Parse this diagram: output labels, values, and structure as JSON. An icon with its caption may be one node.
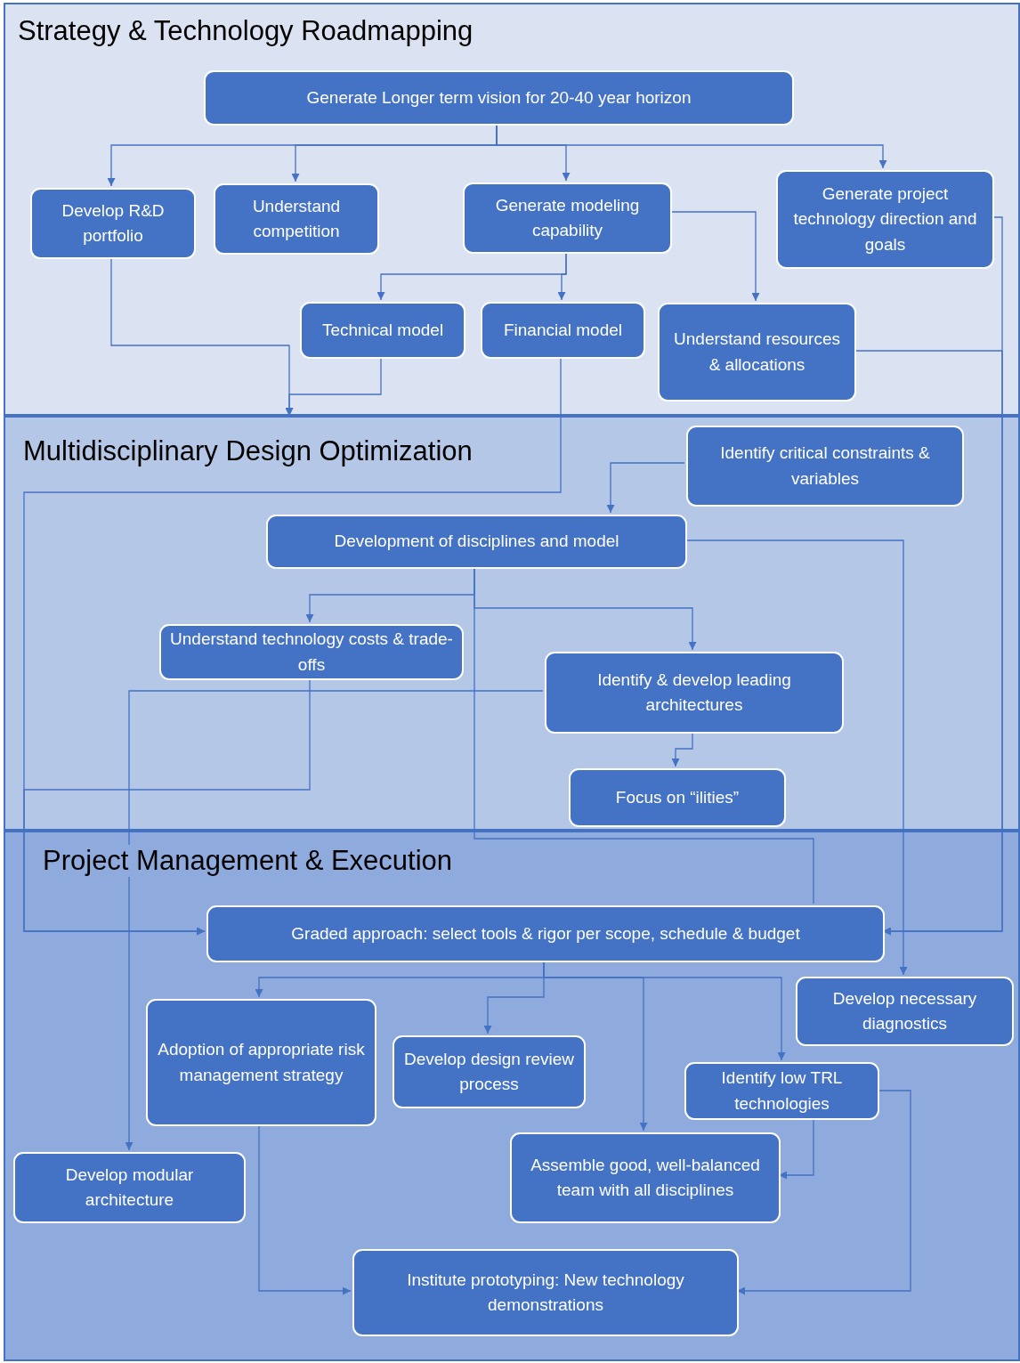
{
  "diagram": {
    "nodes": [
      {
        "text": [
          "Strategy & Technology Roadmapping"
        ]
      },
      {
        "text": [
          "Generate Longer term vision for 20-40 year horizon"
        ],
        "in": 0
      },
      {
        "text": [
          "Develop R&D portfolio"
        ],
        "in": 0
      },
      {
        "text": [
          "Understand competition"
        ],
        "in": 0
      },
      {
        "text": [
          "Generate modeling capability"
        ],
        "in": 0
      },
      {
        "text": [
          "Generate project technology direction and goals"
        ],
        "in": 0
      },
      {
        "text": [
          "Technical model"
        ],
        "in": 0
      },
      {
        "text": [
          "Financial model"
        ],
        "in": 0
      },
      {
        "text": [
          "Understand resources & allocations"
        ],
        "in": 0
      },
      {
        "text": [
          "Multidisciplinary Design Optimization"
        ]
      },
      {
        "text": [
          "Identify critical constraints & variables"
        ],
        "in": 9
      },
      {
        "text": [
          "Development of disciplines and model"
        ],
        "in": 9
      },
      {
        "text": [
          "Understand technology costs & trade-offs"
        ],
        "in": 9
      },
      {
        "text": [
          "Identify & develop leading architectures"
        ],
        "in": 9
      },
      {
        "text": [
          "Focus on “ilities”"
        ],
        "in": 9
      },
      {
        "text": [
          "Project Management & Execution"
        ]
      },
      {
        "text": [
          "Graded approach: select tools & rigor per scope, schedule & budget"
        ],
        "in": 15
      },
      {
        "text": [
          "Develop necessary diagnostics"
        ],
        "in": 15
      },
      {
        "text": [
          "Adoption of appropriate risk management strategy"
        ],
        "in": 15
      },
      {
        "text": [
          "Develop design review process"
        ],
        "in": 15
      },
      {
        "text": [
          "Identify low TRL technologies"
        ],
        "in": 15
      },
      {
        "text": [
          "Develop modular architecture"
        ],
        "in": 15
      },
      {
        "text": [
          "Assemble good, well-balanced team with all disciplines"
        ],
        "in": 15
      },
      {
        "text": [
          "Institute prototyping: New technology demonstrations"
        ],
        "in": 15
      }
    ],
    "edges": [
      {
        "from": 1,
        "to": 2,
        "arrow": "to"
      },
      {
        "from": 1,
        "to": 3,
        "arrow": "to"
      },
      {
        "from": 1,
        "to": 4,
        "arrow": "to"
      },
      {
        "from": 1,
        "to": 5,
        "arrow": "to"
      },
      {
        "from": 4,
        "to": 6,
        "arrow": "to"
      },
      {
        "from": 4,
        "to": 7,
        "arrow": "to"
      },
      {
        "from": 4,
        "to": 8,
        "arrow": "to"
      },
      {
        "from": 2,
        "to": 9,
        "arrow": "to"
      },
      {
        "from": 6,
        "to": 9,
        "arrow": "to"
      },
      {
        "from": 7,
        "to": 16,
        "arrow": "to"
      },
      {
        "from": 5,
        "to": 16,
        "arrow": "to"
      },
      {
        "from": 8,
        "to": 16,
        "arrow": "to"
      },
      {
        "from": 10,
        "to": 11,
        "arrow": "to"
      },
      {
        "from": 11,
        "to": 12,
        "arrow": "to"
      },
      {
        "from": 11,
        "to": 13,
        "arrow": "to"
      },
      {
        "from": 11,
        "to": 17,
        "arrow": "to"
      },
      {
        "from": 11,
        "to": 16,
        "arrow": "none"
      },
      {
        "from": 13,
        "to": 14,
        "arrow": "to"
      },
      {
        "from": 13,
        "to": 21,
        "arrow": "to"
      },
      {
        "from": 12,
        "to": 16,
        "arrow": "to"
      },
      {
        "from": 16,
        "to": 18,
        "arrow": "to"
      },
      {
        "from": 16,
        "to": 19,
        "arrow": "to"
      },
      {
        "from": 16,
        "to": 22,
        "arrow": "to"
      },
      {
        "from": 16,
        "to": 20,
        "arrow": "to"
      },
      {
        "from": 18,
        "to": 23,
        "arrow": "to"
      },
      {
        "from": 20,
        "to": 23,
        "arrow": "to"
      },
      {
        "from": 20,
        "to": 22,
        "arrow": "to"
      }
    ]
  }
}
